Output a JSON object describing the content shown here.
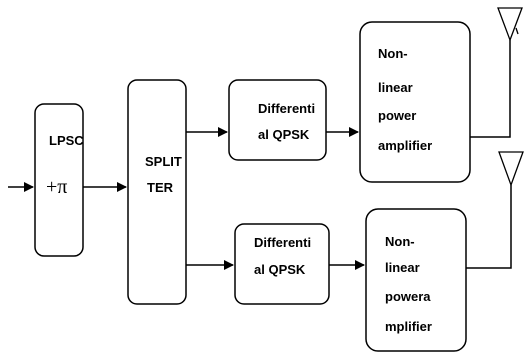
{
  "blocks": {
    "lpsc": {
      "title": "LPSC",
      "symbol": "+π"
    },
    "splitter": {
      "line1": "SPLIT",
      "line2": "TER"
    },
    "qpsk_top": {
      "line1": "Differenti",
      "line2": "al QPSK"
    },
    "qpsk_bottom": {
      "line1": "Differenti",
      "line2": "al QPSK"
    },
    "amp_top": {
      "line1": "Non-",
      "line2": "linear",
      "line3": "power",
      "line4": "amplifier"
    },
    "amp_bottom": {
      "line1": "Non-",
      "line2": "linear",
      "line3": "powera",
      "line4": "mplifier"
    }
  }
}
